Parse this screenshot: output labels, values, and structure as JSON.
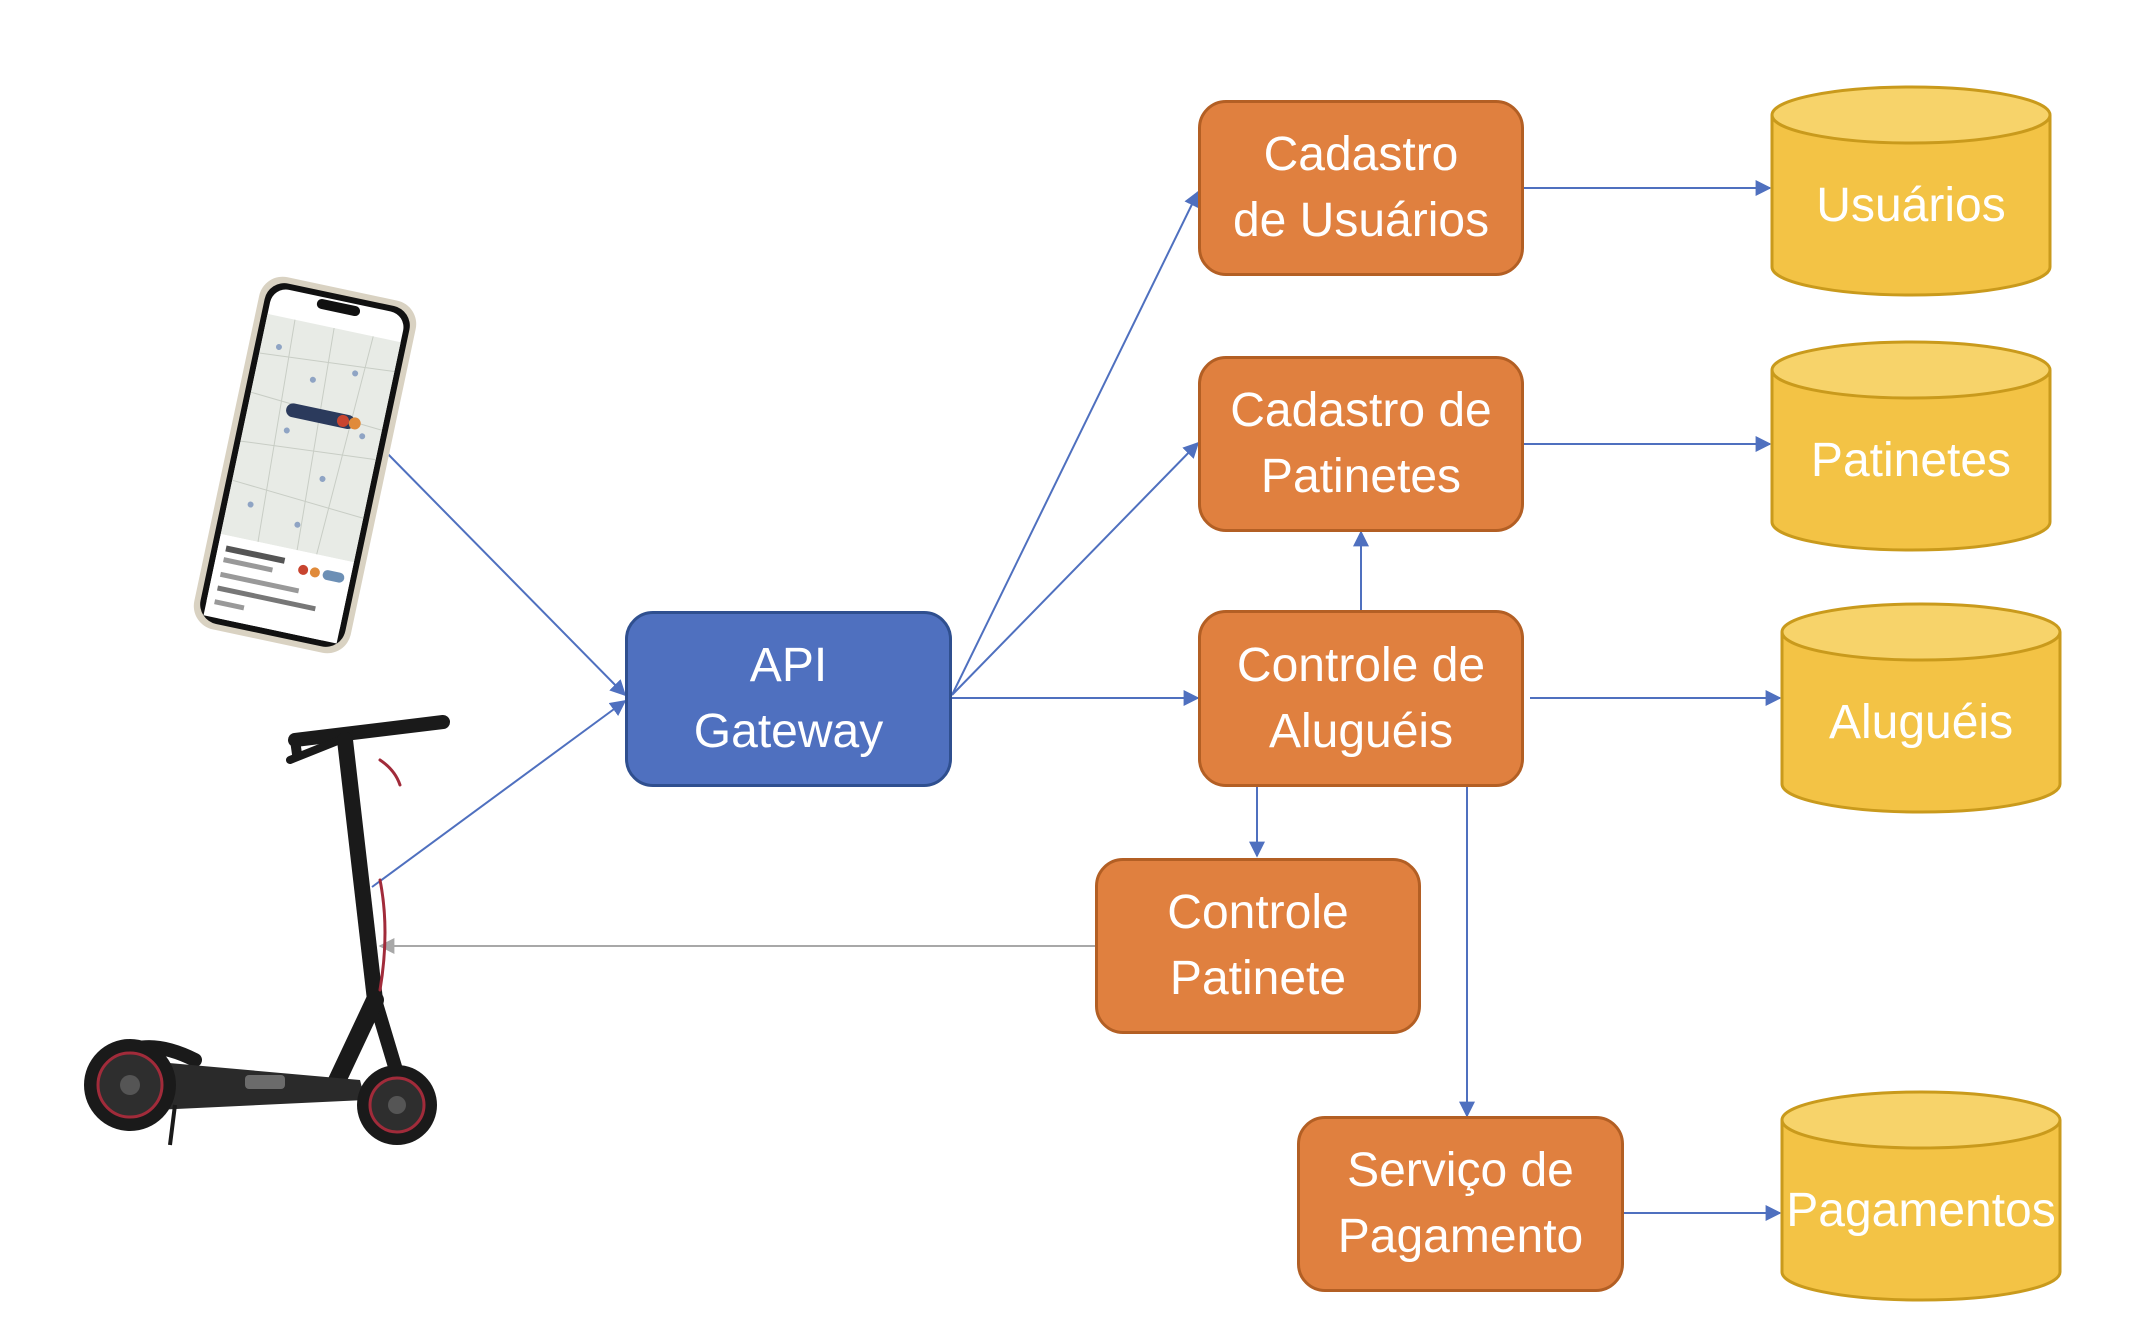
{
  "diagram": {
    "colors": {
      "service": "#e0803f",
      "gateway": "#4f70bf",
      "database": "#f3c345",
      "arrow": "#4f70bf",
      "return_arrow": "#a8a8a8"
    },
    "gateway": {
      "label": "API\nGateway"
    },
    "services": {
      "cadastro_usuarios": "Cadastro\nde Usuários",
      "cadastro_patinetes": "Cadastro de\nPatinetes",
      "controle_alugueis": "Controle de\nAluguéis",
      "controle_patinete": "Controle\nPatinete",
      "servico_pagamento": "Serviço de\nPagamento"
    },
    "databases": {
      "usuarios": "Usuários",
      "patinetes": "Patinetes",
      "alugueis": "Aluguéis",
      "pagamentos": "Pagamentos"
    },
    "clients": {
      "phone": "smartphone-app-icon",
      "scooter": "electric-scooter-icon"
    }
  }
}
